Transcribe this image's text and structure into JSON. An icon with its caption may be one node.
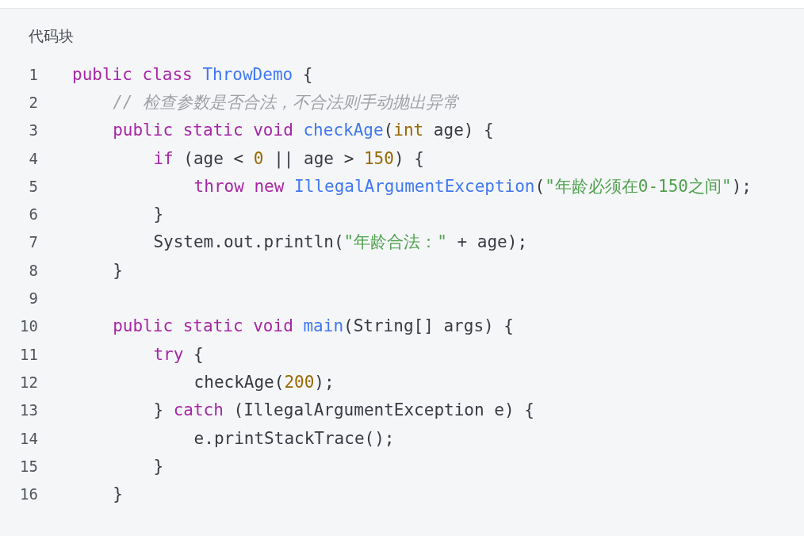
{
  "diagram": {
    "title": "代码块",
    "labels": [
      "1",
      "public class ThrowDemo {",
      "2",
      "// 检查参数是否合法，不合法则手动抛出异常",
      "3",
      "public static void checkAge(int age) {",
      "4",
      "if (age < 0 || age > 150) {",
      "5",
      "throw new IllegalArgumentException(\"年龄必须在0-150之间\");",
      "6",
      "}",
      "7",
      "System.out.println(\"年龄合法：\" + age);",
      "8",
      "}",
      "9",
      "10",
      "public static void main(String[] args) {",
      "11",
      "try {",
      "12",
      "checkAge(200);",
      "13",
      "} catch (IllegalArgumentException e) {",
      "14",
      "e.printStackTrace();",
      "15",
      "}",
      "16",
      "}"
    ]
  }
}
